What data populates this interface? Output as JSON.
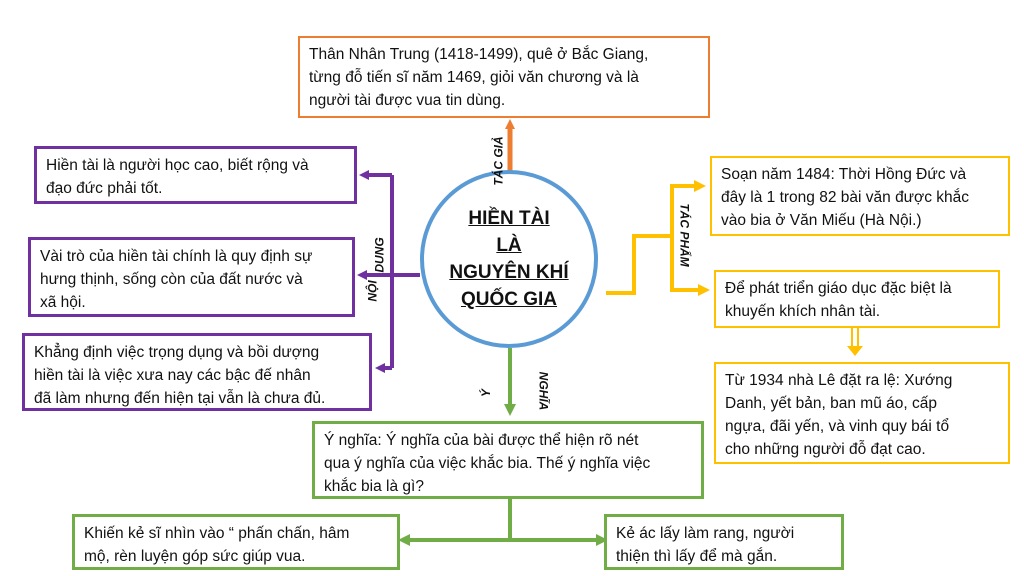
{
  "center": {
    "lines": [
      "HIỀN TÀI",
      "LÀ",
      "NGUYÊN KHÍ",
      "QUỐC GIA"
    ]
  },
  "branch_labels": {
    "author": "TÁC GIẢ",
    "content_1": "NỘI",
    "content_2": "DUNG",
    "work": "TÁC PHẨM",
    "meaning_1": "Ý",
    "meaning_2": "NGHĨA"
  },
  "author_box": {
    "lines": [
      "Thân Nhân Trung (1418-1499), quê ở Bắc Giang,",
      "từng đỗ tiến sĩ năm 1469, giỏi văn chương và là",
      "người tài được vua tin dùng."
    ]
  },
  "content_boxes": [
    {
      "lines": [
        "Hiền tài là người học cao, biết rộng và",
        "đạo đức phải tốt."
      ]
    },
    {
      "lines": [
        "Vài trò của hiền tài chính là quy định sự",
        "hưng thịnh, sống còn của đất nước và",
        "xã hội."
      ]
    },
    {
      "lines": [
        "Khẳng định việc trọng dụng và bồi dượng",
        "hiền tài là việc xưa nay các bậc đế nhân",
        "đã làm nhưng đến hiện tại vẫn là chưa đủ."
      ]
    }
  ],
  "work_boxes": [
    {
      "lines": [
        "Soạn năm 1484: Thời Hồng Đức và",
        "đây là 1 trong 82 bài văn được khắc",
        "vào bia ở Văn Miếu (Hà Nội.)"
      ]
    },
    {
      "lines": [
        "Để phát triển giáo dục đặc biệt là",
        " khuyến khích nhân tài."
      ]
    },
    {
      "lines": [
        "Từ 1934 nhà Lê đặt ra lệ: Xướng",
        "Danh, yết bản, ban mũ áo, cấp",
        "ngựa, đãi yến, và vinh quy bái tổ",
        "cho những người đỗ đạt cao."
      ]
    }
  ],
  "meaning_box": {
    "lines": [
      "Ý nghĩa: Ý nghĩa của bài được thể hiện rõ nét",
      "qua ý nghĩa của việc khắc bia. Thế ý nghĩa việc",
      "khắc bia là gì?"
    ]
  },
  "meaning_children": [
    {
      "lines": [
        "Khiến kẻ sĩ nhìn vào “ phấn chấn, hâm",
        "mộ, rèn luyện góp sức giúp vua."
      ]
    },
    {
      "lines": [
        "Kẻ ác lấy làm rang, người",
        "thiện thì lấy để mà gắn."
      ]
    }
  ],
  "colors": {
    "author": "#ed7d31",
    "content": "#7030a0",
    "work": "#ffc000",
    "meaning": "#70ad47",
    "center": "#5b9bd5"
  }
}
